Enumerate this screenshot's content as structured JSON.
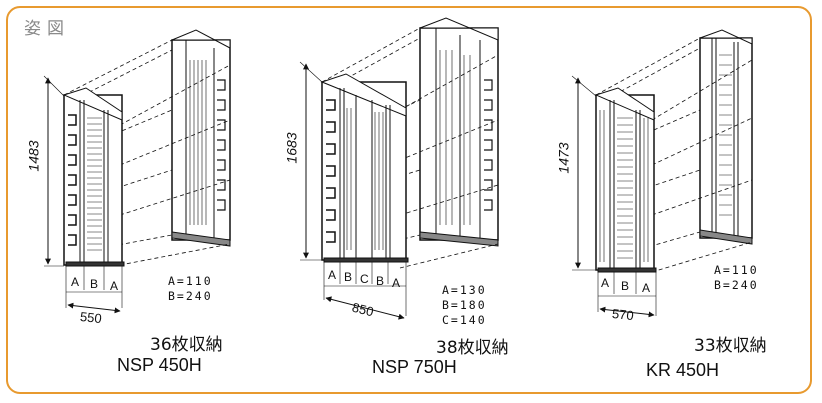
{
  "section_title": "姿図",
  "racks": [
    {
      "model": "NSP 450H",
      "capacity": "36枚収納",
      "height_dim": "1483",
      "width_dim": "550",
      "col_letters": [
        "A",
        "B",
        "A"
      ],
      "specs": [
        "A=110",
        "B=240"
      ]
    },
    {
      "model": "NSP 750H",
      "capacity": "38枚収納",
      "height_dim": "1683",
      "width_dim": "850",
      "col_letters": [
        "A",
        "B",
        "C",
        "B",
        "A"
      ],
      "specs": [
        "A=130",
        "B=180",
        "C=140"
      ]
    },
    {
      "model": "KR 450H",
      "capacity": "33枚収納",
      "height_dim": "1473",
      "width_dim": "570",
      "col_letters": [
        "A",
        "B",
        "A"
      ],
      "specs": [
        "A=110",
        "B=240"
      ]
    }
  ],
  "colors": {
    "border": "#e89a2f",
    "title": "#8a8a8a",
    "line": "#111111"
  }
}
